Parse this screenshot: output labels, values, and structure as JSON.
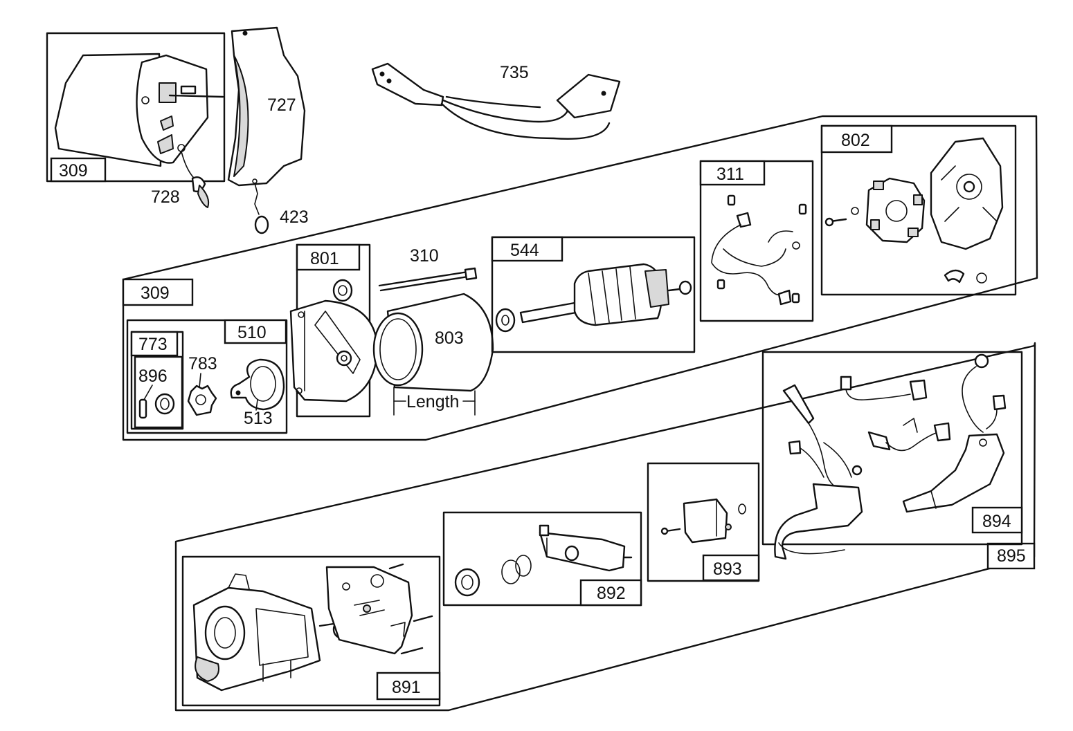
{
  "labels": {
    "p309_top": "309",
    "p727": "727",
    "p728": "728",
    "p423": "423",
    "p735": "735",
    "p309_mid": "309",
    "p801": "801",
    "p310": "310",
    "p544": "544",
    "p311": "311",
    "p802": "802",
    "p510": "510",
    "p773": "773",
    "p896": "896",
    "p783": "783",
    "p513": "513",
    "p803": "803",
    "length": "Length",
    "p891": "891",
    "p892": "892",
    "p893": "893",
    "p894": "894",
    "p895": "895"
  },
  "colors": {
    "line": "#111111",
    "background": "#ffffff",
    "shade": "#d9d9d9"
  }
}
